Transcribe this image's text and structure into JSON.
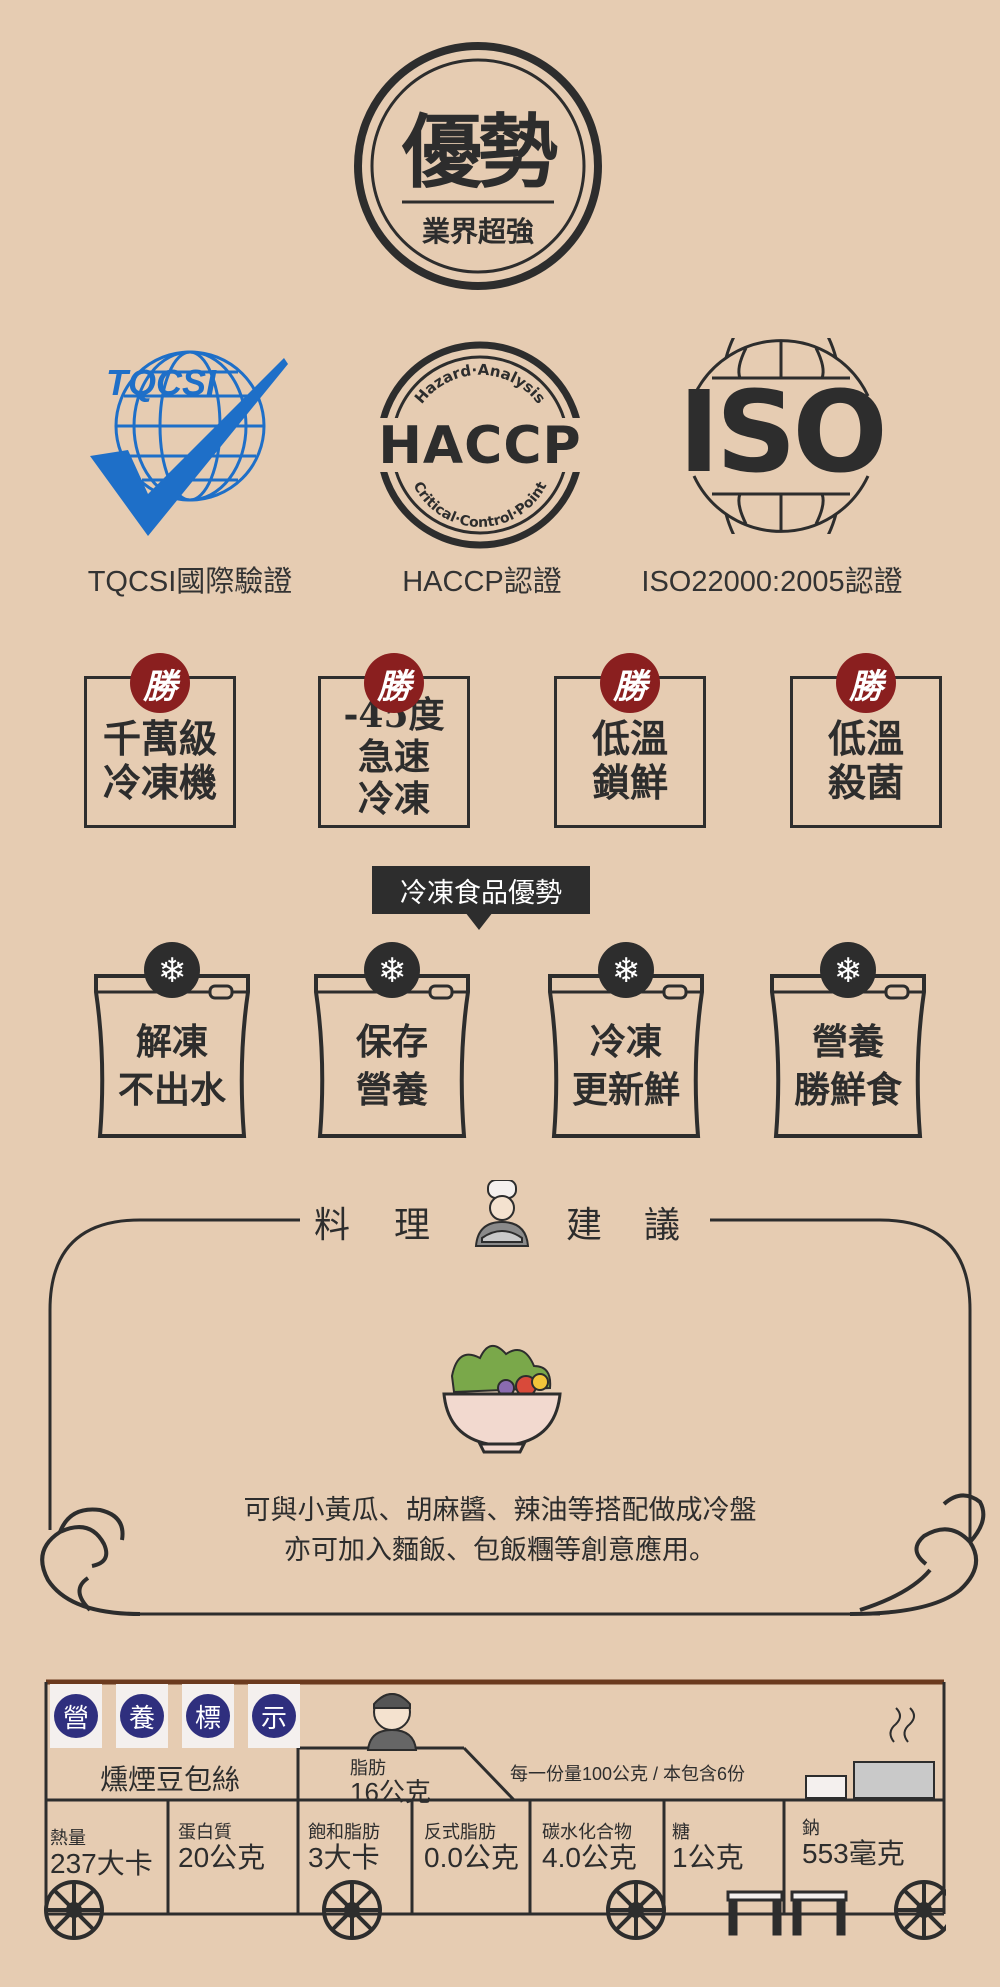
{
  "stamp": {
    "main": "優勢",
    "sub": "業界超強"
  },
  "certs": [
    {
      "logo_text": "TQCSI",
      "label": "TQCSI國際驗證"
    },
    {
      "logo_text": "HACCP",
      "top_arc": "Hazard·Analysis",
      "bottom_arc": "Critical·Control·Point",
      "label": "HACCP認證"
    },
    {
      "logo_text": "ISO",
      "label": "ISO22000:2005認證"
    }
  ],
  "advantages": {
    "badge": "勝",
    "items": [
      "千萬級\n冷凍機",
      "-45度\n急速\n冷凍",
      "低溫\n鎖鮮",
      "低溫\n殺菌"
    ]
  },
  "frozen": {
    "title": "冷凍食品優勢",
    "items": [
      "解凍\n不出水",
      "保存\n營養",
      "冷凍\n更新鮮",
      "營養\n勝鮮食"
    ]
  },
  "cooking": {
    "title_chars": [
      "料",
      "理",
      "建",
      "議"
    ],
    "desc_line1": "可與小黃瓜、胡麻醬、辣油等搭配做成冷盤",
    "desc_line2": "亦可加入麵飯、包飯糰等創意應用。"
  },
  "nutrition": {
    "header_chars": [
      "營",
      "養",
      "標",
      "示"
    ],
    "product": "燻煙豆包絲",
    "serving": "每一份量100公克 / 本包含6份",
    "fat_label": "脂肪",
    "fat_value": "16公克",
    "cells": [
      {
        "label": "熱量",
        "value": "237大卡"
      },
      {
        "label": "蛋白質",
        "value": "20公克"
      },
      {
        "label": "飽和脂肪",
        "value": "3大卡"
      },
      {
        "label": "反式脂肪",
        "value": "0.0公克"
      },
      {
        "label": "碳水化合物",
        "value": "4.0公克"
      },
      {
        "label": "糖",
        "value": "1公克"
      },
      {
        "label": "鈉",
        "value": "553毫克"
      }
    ]
  },
  "colors": {
    "background": "#e6ccb2",
    "ink": "#2d2d2d",
    "badge_red": "#8a1f1f",
    "nutrition_blue": "#2f2f7e",
    "tqcsi_blue": "#1e6fc8"
  }
}
